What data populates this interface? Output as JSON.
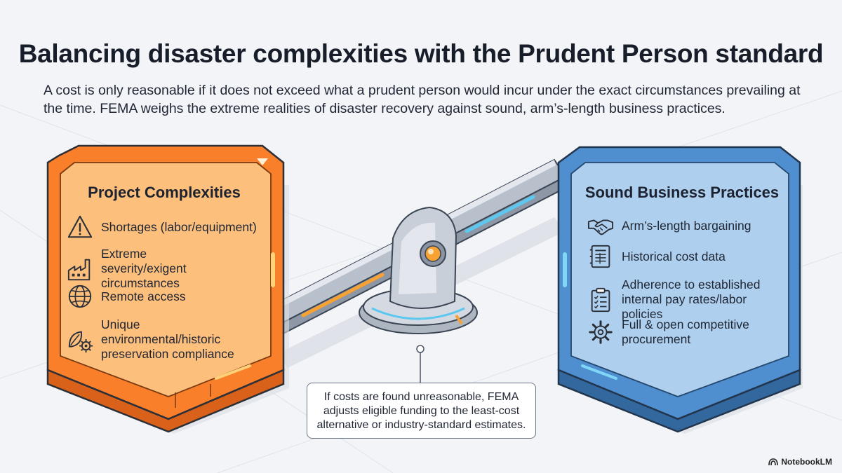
{
  "header": {
    "title": "Balancing disaster complexities with the Prudent Person standard",
    "subtitle": "A cost is only reasonable if it does not exceed what a prudent person would incur under the exact circumstances prevailing at the time. FEMA weighs the extreme realities of disaster recovery against sound, arm’s-length business practices."
  },
  "left_panel": {
    "title": "Project Complexities",
    "items": [
      {
        "icon": "warning-triangle-icon",
        "label": "Shortages (labor/equipment)"
      },
      {
        "icon": "factory-icon",
        "label": "Extreme severity/exigent circumstances"
      },
      {
        "icon": "globe-icon",
        "label": "Remote access"
      },
      {
        "icon": "leaf-gear-icon",
        "label": "Unique environmental/historic preservation compliance"
      }
    ]
  },
  "right_panel": {
    "title": "Sound Business Practices",
    "items": [
      {
        "icon": "handshake-icon",
        "label": "Arm’s-length bargaining"
      },
      {
        "icon": "ledger-icon",
        "label": "Historical cost data"
      },
      {
        "icon": "clipboard-icon",
        "label": "Adherence to established internal pay rates/labor policies"
      },
      {
        "icon": "gear-icon",
        "label": "Full & open competitive procurement"
      }
    ]
  },
  "note": {
    "text": "If costs are found unreasonable, FEMA adjusts eligible funding to the least-cost alternative or industry-standard estimates."
  },
  "brand": {
    "label": "NotebookLM"
  },
  "colors": {
    "orange_face": "#fa7f2a",
    "orange_inner": "#fdbf7c",
    "blue_face": "#4f8fd0",
    "blue_inner": "#aed0ee",
    "beam": "#c4cbd6",
    "accent_orange": "#f7a232",
    "accent_cyan": "#5cc8f0"
  }
}
